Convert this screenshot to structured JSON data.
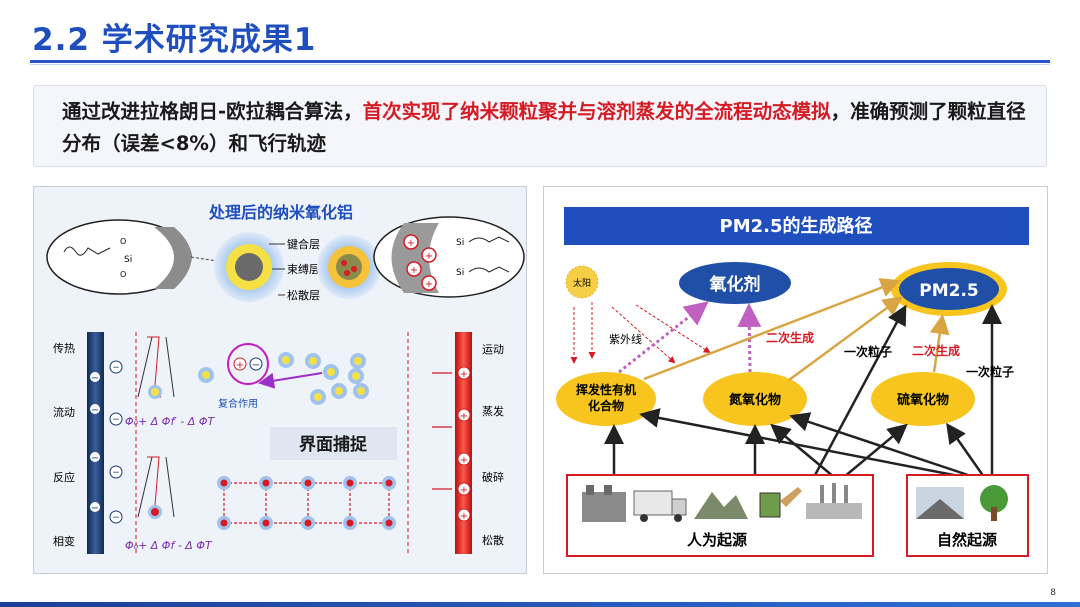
{
  "slide": {
    "title": "2.2  学术研究成果1",
    "page_number": "8"
  },
  "summary": {
    "part1": "通过改进拉格朗日-欧拉耦合算法，",
    "part2_highlight": "首次实现了纳米颗粒聚并与溶剂蒸发的全流程动态模拟",
    "part3": "，准确预测了颗粒直径分布（误差<8%）和飞行轨迹"
  },
  "left_diagram": {
    "title": "处理后的纳米氧化铝",
    "layer_labels": [
      "键合层",
      "束缚层",
      "松散层"
    ],
    "si_label": "Si",
    "o_label": "O",
    "left_bar_labels": [
      "传热",
      "流动",
      "反应",
      "相变"
    ],
    "right_bar_labels": [
      "运动",
      "蒸发",
      "破碎",
      "松散"
    ],
    "compound_label": "复合作用",
    "capture_label": "界面捕捉",
    "formula_top": "Φ₀+ Δ Φf′ - Δ ΦT",
    "formula_bottom": "Φ₀+ Δ Φf - Δ ΦT",
    "colors": {
      "accent_purple": "#9b2fc9",
      "bar_dark": "#1c3a6e",
      "bar_red": "#e02020"
    }
  },
  "right_diagram": {
    "header": "PM2.5的生成路径",
    "sun_label": "太阳",
    "uv_label": "紫外线",
    "oxidant": "氧化剂",
    "pm": "PM2.5",
    "secondary_label_1": "二次生成",
    "secondary_label_2": "二次生成",
    "primary_label_1": "一次粒子",
    "primary_label_2": "一次粒子",
    "vocs": [
      "挥发性有机",
      "化合物"
    ],
    "nox": "氮氧化物",
    "sox": "硫氧化物",
    "human_source": "人为起源",
    "natural_source": "自然起源",
    "colors": {
      "header_blue": "#1f4fbf",
      "ellipse_yellow": "#f7c51e",
      "source_red": "#d51c24"
    }
  }
}
